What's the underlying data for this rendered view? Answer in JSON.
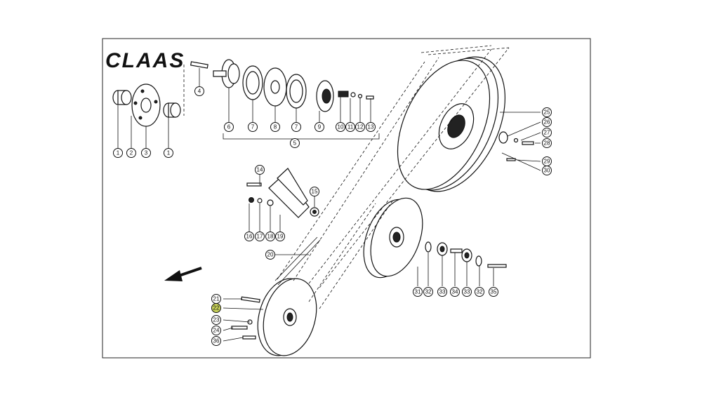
{
  "brand": {
    "logo_text": "CLAAS"
  },
  "callouts": [
    {
      "id": "c1a",
      "label": "1"
    },
    {
      "id": "c2",
      "label": "2"
    },
    {
      "id": "c3",
      "label": "3"
    },
    {
      "id": "c1b",
      "label": "1"
    },
    {
      "id": "c4",
      "label": "4"
    },
    {
      "id": "c5",
      "label": "5"
    },
    {
      "id": "c6",
      "label": "6"
    },
    {
      "id": "c7a",
      "label": "7"
    },
    {
      "id": "c8",
      "label": "8"
    },
    {
      "id": "c7b",
      "label": "7"
    },
    {
      "id": "c9",
      "label": "9"
    },
    {
      "id": "c10",
      "label": "10"
    },
    {
      "id": "c11",
      "label": "11"
    },
    {
      "id": "c12",
      "label": "12"
    },
    {
      "id": "c13",
      "label": "13"
    },
    {
      "id": "c14",
      "label": "14"
    },
    {
      "id": "c15",
      "label": "15"
    },
    {
      "id": "c16",
      "label": "16"
    },
    {
      "id": "c17",
      "label": "17"
    },
    {
      "id": "c18",
      "label": "18"
    },
    {
      "id": "c19",
      "label": "19"
    },
    {
      "id": "c20",
      "label": "20"
    },
    {
      "id": "c21",
      "label": "21"
    },
    {
      "id": "c22",
      "label": "22"
    },
    {
      "id": "c23",
      "label": "23"
    },
    {
      "id": "c24",
      "label": "24"
    },
    {
      "id": "c36",
      "label": "36"
    },
    {
      "id": "c25",
      "label": "25"
    },
    {
      "id": "c26",
      "label": "26"
    },
    {
      "id": "c27",
      "label": "27"
    },
    {
      "id": "c28",
      "label": "28"
    },
    {
      "id": "c29",
      "label": "29"
    },
    {
      "id": "c30",
      "label": "30"
    },
    {
      "id": "c31",
      "label": "31"
    },
    {
      "id": "c32a",
      "label": "32"
    },
    {
      "id": "c33a",
      "label": "33"
    },
    {
      "id": "c34",
      "label": "34"
    },
    {
      "id": "c33b",
      "label": "33"
    },
    {
      "id": "c32b",
      "label": "32"
    },
    {
      "id": "c35",
      "label": "35"
    }
  ],
  "highlight_color": "#c9d35a"
}
